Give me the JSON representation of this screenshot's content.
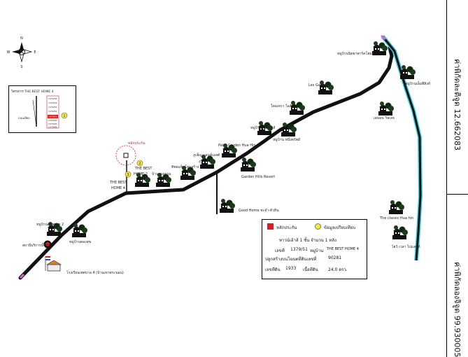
{
  "compass": {
    "n": "N",
    "s": "S",
    "e": "E",
    "w": "W"
  },
  "side_coords": {
    "top": "ค่าพิกัดละติจูด 12.662083",
    "bottom": "ค่าพิกัดลองจิจูด 99.930005"
  },
  "inset": {
    "title": "โครงการ THE BEST HOME 4",
    "road_label": "ถนนเลียบ",
    "lot_labels": [
      "1379/55",
      "1379/54",
      "1379/53",
      "1379/52",
      "1379/51",
      "1379/50",
      "1379/49",
      "1379/48"
    ],
    "marker_num": "1"
  },
  "legend": {
    "square_label": "หลักประกัน",
    "circle_label": "ข้อมูลเปรียบเทียบ",
    "heading": "ทาวน์เฮ้าส์ 1 ชั้น จำนวน 1 หลัง",
    "k_lot": "เลขที่",
    "v_lot": "1379/51",
    "k_village": "หมู่บ้าน",
    "v_village": "THE BEST HOME 4",
    "k_permit": "ปลูกสร้างบนโฉนดที่ดินเลขที่",
    "v_permit": "90281",
    "k_land": "เลขที่ดิน",
    "v_land": "1933",
    "k_area": "เนื้อที่ดิน",
    "v_area": "24.0 ตรว."
  },
  "markers": {
    "m1": "1",
    "m2": "2",
    "m3": "3"
  },
  "labels": {
    "subject": "หลักประกัน",
    "best_home2a": "THE BEST",
    "best_home2b": "HOME 2",
    "best_home4a": "THE BEST",
    "best_home4b": "HOME 4",
    "ban_kunnatham": "บ้านกุนธรรม",
    "tiwa_resort": "ทิพยแพ็ตโฮมสร้าง",
    "puanpara": "ภูเพ็ญ แลนด์เอสต์",
    "puri_phu": "ภูริ",
    "palm_garden": "Palm Garden Hua Hin",
    "garden_hills": "Garden Hills Resort",
    "good_home": "Good Home ชะอำ-หัวหิน",
    "ban_hin_dang": "หมู่บ้านไทยเฮ้าส์",
    "ban_kaew": "หมู่บ้าน หนึ่งทรัพย์",
    "suan_sri": "ใดมเทรา ไอส์ทรี",
    "los_gardens": "Les Gardens",
    "ban_sanamchai": "หมู่บ้านนิตยาพาร์คโฮมส์",
    "ban_kiang": "หมู่บ้านเอ็มพีสิงห์",
    "mali_stone": "เดมอน วิลเลจ",
    "classic": "The classic Hua hin",
    "new_wave": "ไฮว์ เวลา ไปแลนด์",
    "ban_num2": "หมู่บ้านสุขสบาย 2",
    "ban_suk": "หมู่บ้านทองสุข",
    "gas": "สถานีบริการน้ำมัน",
    "school": "โรงเรียนเทศบาล 4 (บ้านเขาพระนอน)"
  },
  "colors": {
    "road": "#111111",
    "cyan": "#3ed3e6",
    "pink": "#e060e0",
    "red": "#d81f1f",
    "yellow": "#f7ea3a"
  }
}
